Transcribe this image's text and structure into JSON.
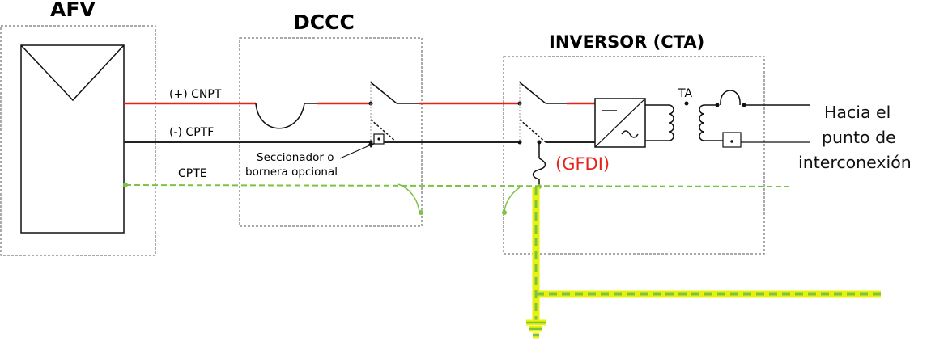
{
  "titles": {
    "afv": "AFV",
    "dccc": "DCCC",
    "inversor": "INVERSOR (CTA)"
  },
  "conductors": {
    "positive": "(+) CNPT",
    "negative": "(-) CPTF",
    "ground": "CPTE"
  },
  "annotations": {
    "seccionador_line1": "Seccionador o",
    "seccionador_line2": "bornera opcional",
    "gfdi": "(GFDI)",
    "ta": "TA"
  },
  "destination": {
    "line1": "Hacia el",
    "line2": "punto de",
    "line3": "interconexión"
  },
  "colors": {
    "positive_conductor": "#e5231b",
    "negative_conductor": "#222222",
    "ground_conductor": "#7dc242",
    "earth_highlight": "#e6f20a",
    "gfdi_text": "#e5231b",
    "box_border": "#555555"
  }
}
